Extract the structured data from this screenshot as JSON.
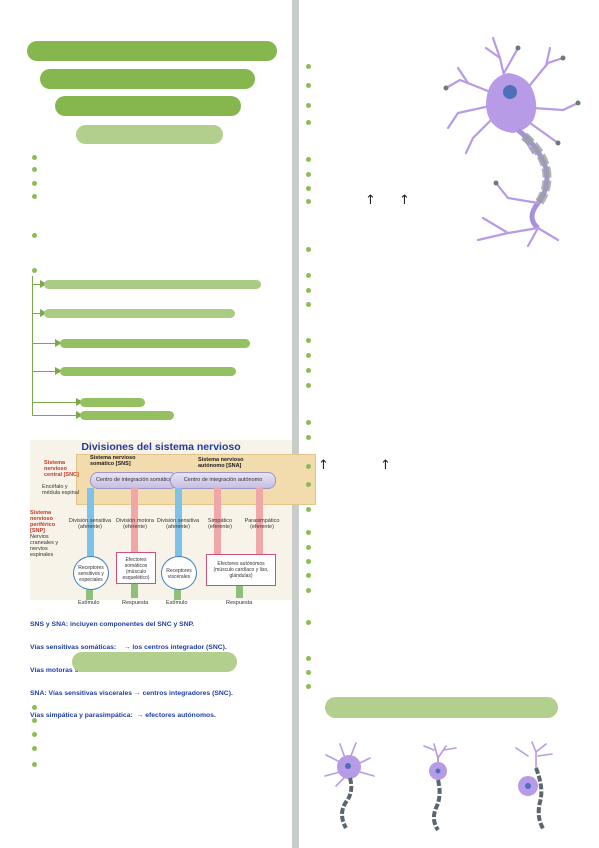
{
  "diagram": {
    "title": "Divisiones del sistema nervioso",
    "snc_label": "Sistema nervioso central [SNC]",
    "snc_sub": "Encéfalo y médula espinal",
    "sns_label": "Sistema nervioso somático [SNS]",
    "sna_label": "Sistema nervioso autónomo [SNA]",
    "snp_label": "Sistema nervioso periférico [SNP]",
    "snp_sub": "Nervios craneales y nervios espinales",
    "int_center_1": "Centro de integración somático",
    "int_center_2": "Centro de integración autónomo",
    "col_labels": [
      "División sensitiva (aferente)",
      "División motora (eferente)",
      "División sensitiva (aferente)",
      "Simpático (eferente)",
      "Parasimpático (eferente)"
    ],
    "receptors_1": "Receptores sensitivos y especiales",
    "effectors_1": "Efectores somáticos (músculo esquelético)",
    "receptors_2": "Receptores viscerales",
    "effectors_2": "Efectores autónomos (músculo cardíaco y liso, glándulas)",
    "stimulus_1": "Estímulo",
    "response_1": "Respuesta",
    "stimulus_2": "Estímulo",
    "response_2": "Respuesta",
    "caption_lines": [
      "SNS y SNA: incluyen componentes del SNC y SNP.",
      "Vías sensitivas somáticas:    → los centros integrador (SNC).",
      "Vías motoras somáticas:       → los efectores somáticos.",
      "SNA: Vías sensitivas viscerales → centros integradores (SNC).",
      "Vías simpática y parasimpática:  → efectores autónomos."
    ]
  },
  "colors": {
    "green_dark": "#86b74f",
    "green_light": "#b3cf8d",
    "neuron": "#b79be6",
    "nucleus": "#4f6fb8",
    "myelin": "#9aa0a6"
  },
  "icons": [
    "bullet-dot",
    "arrow-right",
    "arrow-up",
    "neuron-illustration"
  ]
}
